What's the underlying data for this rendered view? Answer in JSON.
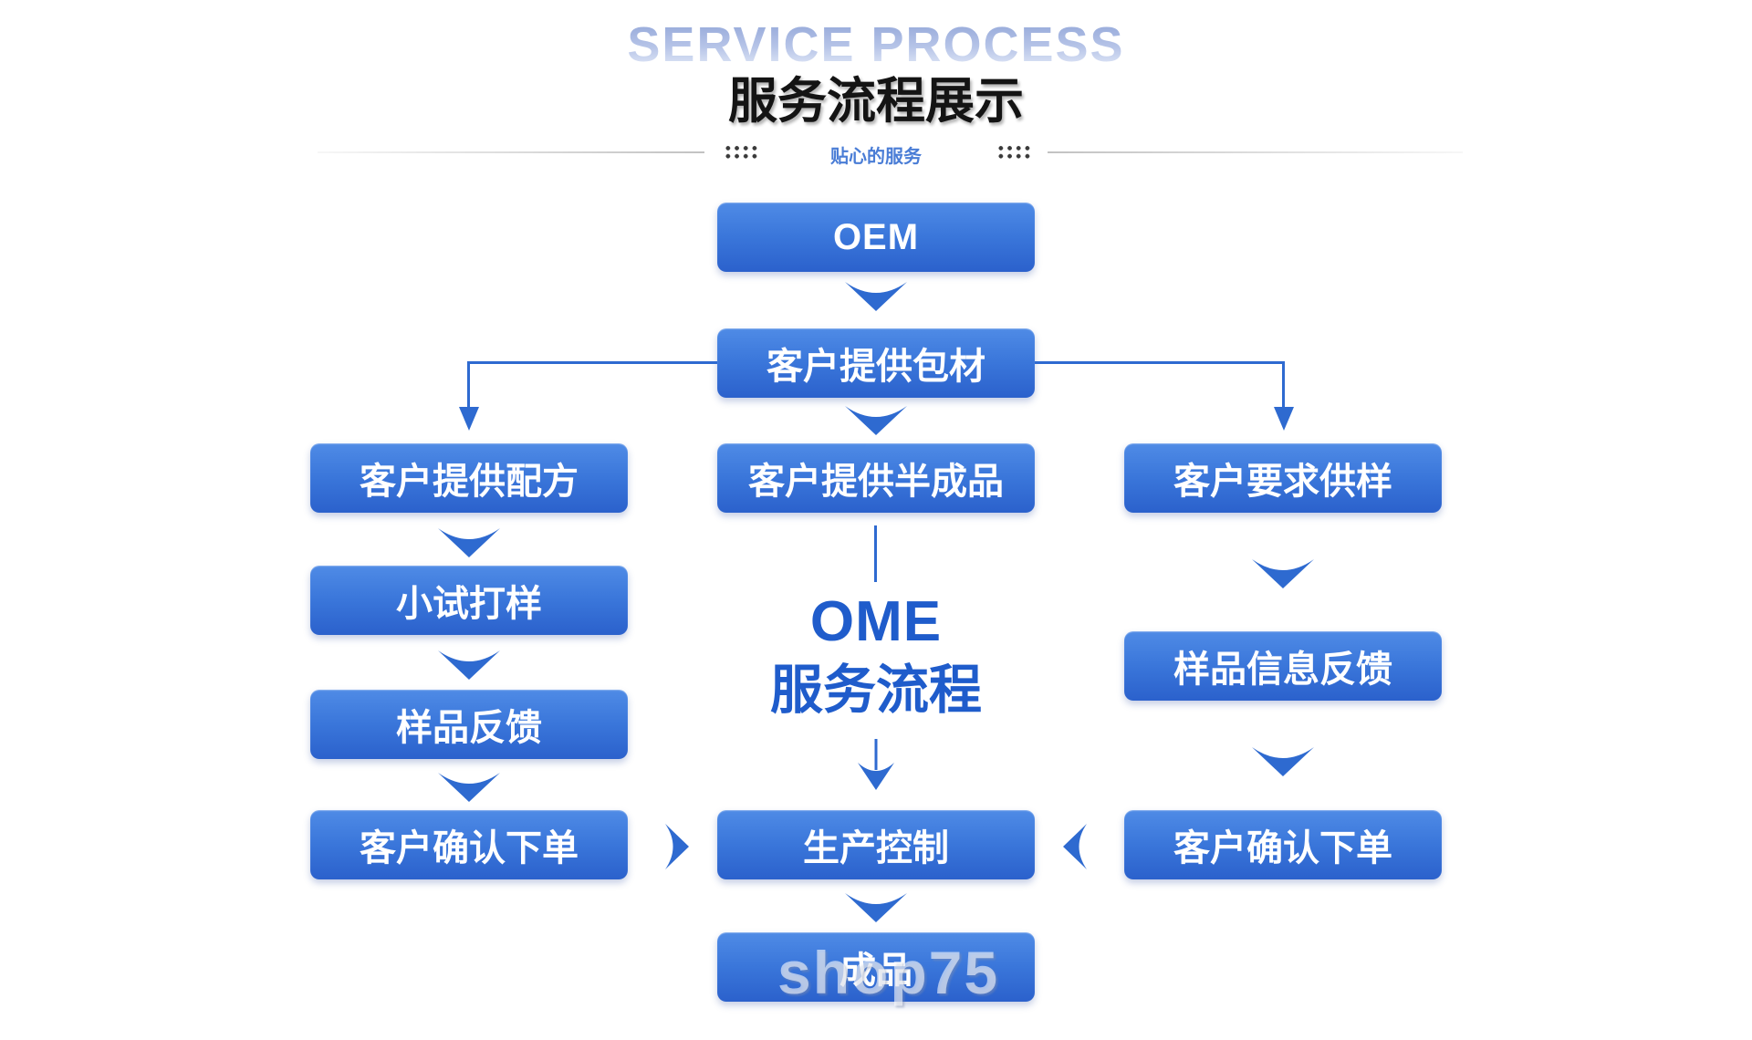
{
  "header": {
    "title_en": "SERVICE PROCESS",
    "title_zh": "服务流程展示",
    "tagline": "贴心的服务"
  },
  "nodes": {
    "oem": {
      "label": "OEM"
    },
    "package": {
      "label": "客户提供包材"
    },
    "formula": {
      "label": "客户提供配方"
    },
    "semi_finished": {
      "label": "客户提供半成品"
    },
    "sample_request": {
      "label": "客户要求供样"
    },
    "trial": {
      "label": "小试打样"
    },
    "sample_feedback": {
      "label": "样品反馈"
    },
    "confirm_left": {
      "label": "客户确认下单"
    },
    "sample_info_feedback": {
      "label": "样品信息反馈"
    },
    "confirm_right": {
      "label": "客户确认下单"
    },
    "production": {
      "label": "生产控制"
    },
    "finished": {
      "label": "成品"
    }
  },
  "center_label": {
    "line1": "OME",
    "line2": "服务流程"
  },
  "watermark": "shop75",
  "colors": {
    "node_gradient_top": "#4f8be6",
    "node_gradient_bottom": "#2b61cc",
    "arrow_blue": "#2e6ad0",
    "center_text_blue": "#1f5ccb",
    "tagline_blue": "#4a7dd6",
    "title_zh_color": "#141414",
    "divider_gray": "#cccccc"
  }
}
